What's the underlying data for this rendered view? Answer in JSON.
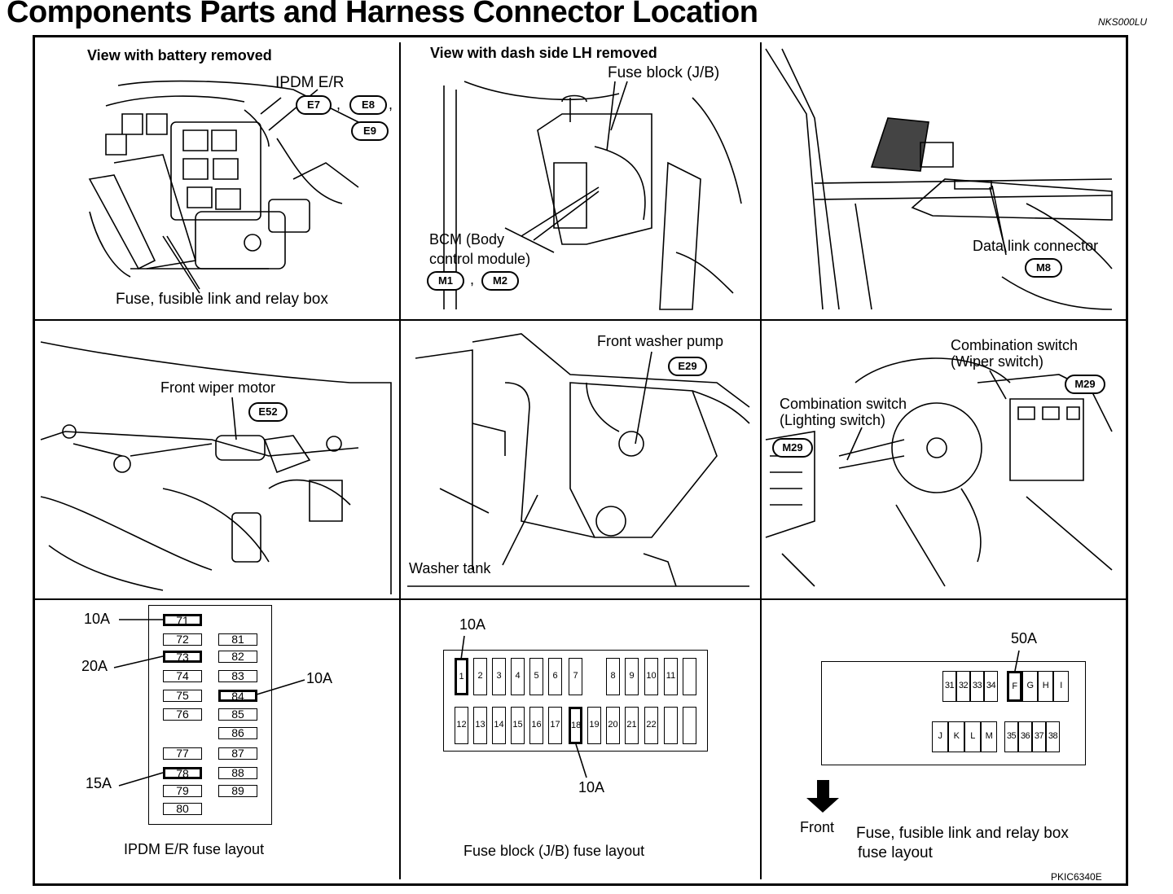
{
  "title": "Components Parts and Harness Connector Location",
  "doc_code": "NKS000LU",
  "footer_code": "PKIC6340E",
  "panels": {
    "p1": {
      "caption": "View with battery removed",
      "ipdm_label": "IPDM E/R",
      "connectors": [
        "E7",
        "E8",
        "E9"
      ],
      "comma": ",",
      "bottom_label": "Fuse, fusible link and relay box"
    },
    "p2": {
      "caption": "View with dash side LH removed",
      "fuse_block_label": "Fuse block (J/B)",
      "bcm_line1": "BCM (Body",
      "bcm_line2": "control module)",
      "connectors": [
        "M1",
        "M2"
      ],
      "comma": ","
    },
    "p3": {
      "dlc_label": "Data link connector",
      "connector": "M8"
    },
    "p4": {
      "label": "Front wiper motor",
      "connector": "E52"
    },
    "p5": {
      "pump_label": "Front washer pump",
      "connector": "E29",
      "tank_label": "Washer tank"
    },
    "p6": {
      "wiper_line1": "Combination switch",
      "wiper_line2": "(Wiper switch)",
      "wiper_connector": "M29",
      "lighting_line1": "Combination switch",
      "lighting_line2": "(Lighting switch)",
      "lighting_connector": "M29"
    },
    "p7": {
      "caption": "IPDM E/R fuse layout",
      "left_col": [
        "71",
        "72",
        "73",
        "74",
        "75",
        "76",
        "",
        "77",
        "78",
        "79",
        "80"
      ],
      "right_col": [
        "81",
        "82",
        "83",
        "84",
        "85",
        "86",
        "87",
        "88",
        "89"
      ],
      "callouts": [
        "10A",
        "20A",
        "10A",
        "15A"
      ]
    },
    "p8": {
      "caption": "Fuse block (J/B) fuse layout",
      "top_row": [
        "1",
        "2",
        "3",
        "4",
        "5",
        "6",
        "7",
        "",
        "8",
        "9",
        "10",
        "11",
        ""
      ],
      "bottom_row": [
        "12",
        "13",
        "14",
        "15",
        "16",
        "17",
        "18",
        "19",
        "20",
        "21",
        "22",
        "",
        ""
      ],
      "callout_top": "10A",
      "callout_bottom": "10A"
    },
    "p9": {
      "caption_line1": "Fuse, fusible link and relay box",
      "caption_line2": "fuse layout",
      "front_label": "Front",
      "callout": "50A",
      "top_left": [
        "31",
        "32",
        "33",
        "34"
      ],
      "top_right": [
        "F",
        "G",
        "H",
        "I"
      ],
      "bottom_left": [
        "J",
        "K",
        "L",
        "M"
      ],
      "bottom_right": [
        "35",
        "36",
        "37",
        "38"
      ]
    }
  }
}
